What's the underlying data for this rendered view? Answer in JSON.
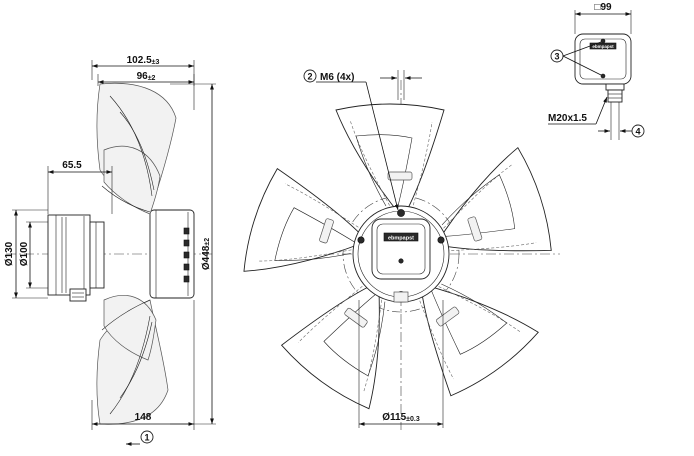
{
  "dimensions": {
    "width_102_5": "102.5",
    "width_102_5_tol": "±3",
    "width_96": "96",
    "width_96_tol": "±2",
    "width_65_5": "65.5",
    "dia_130": "Ø130",
    "dia_100": "Ø100",
    "dia_448": "Ø448",
    "dia_448_tol": "±2",
    "length_148": "148",
    "hole_label": "M6 (4x)",
    "bolt_circle": "Ø115",
    "bolt_circle_tol": "±0.3",
    "box_size": "□99",
    "gland_label": "M20x1.5"
  },
  "callouts": {
    "airflow": "1",
    "holes": "2",
    "box": "3",
    "cable": "4"
  },
  "logo": "ebmpapst"
}
